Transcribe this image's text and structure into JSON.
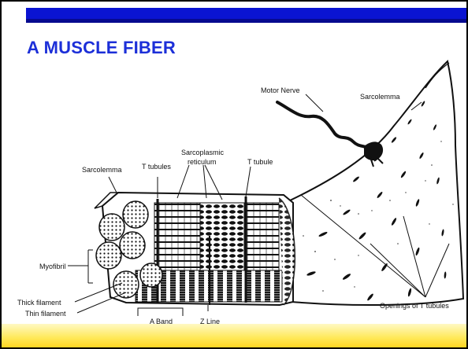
{
  "slide": {
    "title": "A MUSCLE FIBER"
  },
  "diagram": {
    "labels": {
      "motor_nerve": "Motor Nerve",
      "sarcolemma_top": "Sarcolemma",
      "sarcoplasmic_line1": "Sarcoplasmic",
      "sarcoplasmic_line2": "reticulum",
      "t_tubule": "T tubule",
      "sarcolemma_left": "Sarcolemma",
      "t_tubules": "T tubules",
      "myofibril": "Myofibril",
      "thick_filament": "Thick filament",
      "thin_filament": "Thin filament",
      "a_band": "A Band",
      "z_line": "Z Line",
      "openings_t_tubules": "Openings of T tubules"
    }
  },
  "colors": {
    "title_bar": "#0a14d2",
    "title_text": "#1c2fd8",
    "footer": "#ffe95a"
  }
}
